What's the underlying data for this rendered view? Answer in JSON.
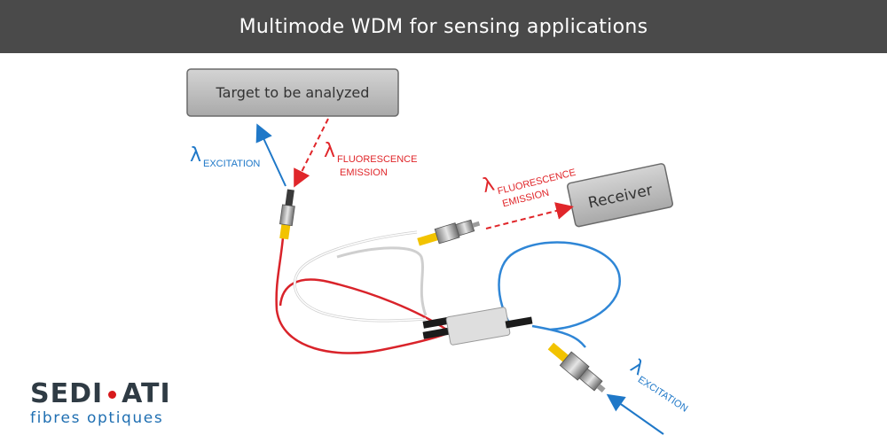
{
  "title": "Multimode WDM for sensing applications",
  "boxes": {
    "target": "Target to be analyzed",
    "receiver": "Receiver"
  },
  "labels": {
    "lambda": "λ",
    "excitation": "EXCITATION",
    "fluorescence": "FLUORESCENCE",
    "emission": "EMISSION"
  },
  "logo": {
    "left": "SEDI",
    "right": "ATI",
    "subtitle": "fibres optiques"
  },
  "colors": {
    "excitation_blue": "#1f78c8",
    "fluorescence_red": "#e0262a",
    "fiber_red": "#d9232a",
    "fiber_blue": "#2f86d6",
    "header_bg": "#4a4a4a"
  }
}
